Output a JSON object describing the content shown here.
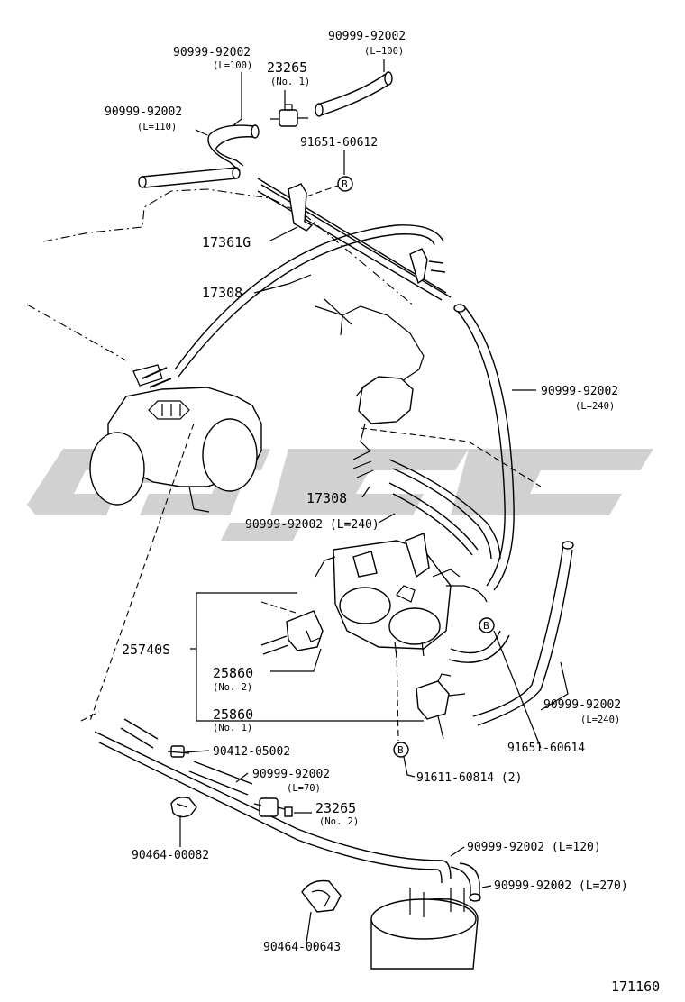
{
  "diagram_id": "171160",
  "labels": {
    "hose_110": {
      "part": "90999-92002",
      "sub": "(L=110)"
    },
    "hose_100a": {
      "part": "90999-92002",
      "sub": "(L=100)"
    },
    "hose_100b": {
      "part": "90999-92002",
      "sub": "(L=100)"
    },
    "vsv_23265_no1": {
      "part": "23265",
      "sub": "(No. 1)"
    },
    "clip_91651_60612": "91651-60612",
    "bracket_17361g": "17361G",
    "pipe_17308_top": "17308",
    "hose_240a": {
      "part": "90999-92002",
      "sub": "(L=240)"
    },
    "pipe_17308_mid": "17308",
    "hose_240b": "90999-92002 (L=240)",
    "vsv_assy_25740s": "25740S",
    "vsv_25860_no2": {
      "part": "25860",
      "sub": "(No. 2)"
    },
    "vsv_25860_no1": {
      "part": "25860",
      "sub": "(No. 1)"
    },
    "hose_240c": {
      "part": "90999-92002",
      "sub": "(L=240)"
    },
    "clip_91651_60614": "91651-60614",
    "bolt_91611_60814": "91611-60814 (2)",
    "joint_90412_05002": "90412-05002",
    "hose_70": {
      "part": "90999-92002",
      "sub": "(L=70)"
    },
    "vsv_23265_no2": {
      "part": "23265",
      "sub": "(No. 2)"
    },
    "clamp_90464_00082": "90464-00082",
    "hose_120": "90999-92002 (L=120)",
    "hose_270": "90999-92002 (L=270)",
    "clamp_90464_00643": "90464-00643"
  },
  "callout_marker": "B",
  "colors": {
    "ink": "#000000",
    "watermark": "#c9c9c9",
    "background": "#ffffff"
  }
}
